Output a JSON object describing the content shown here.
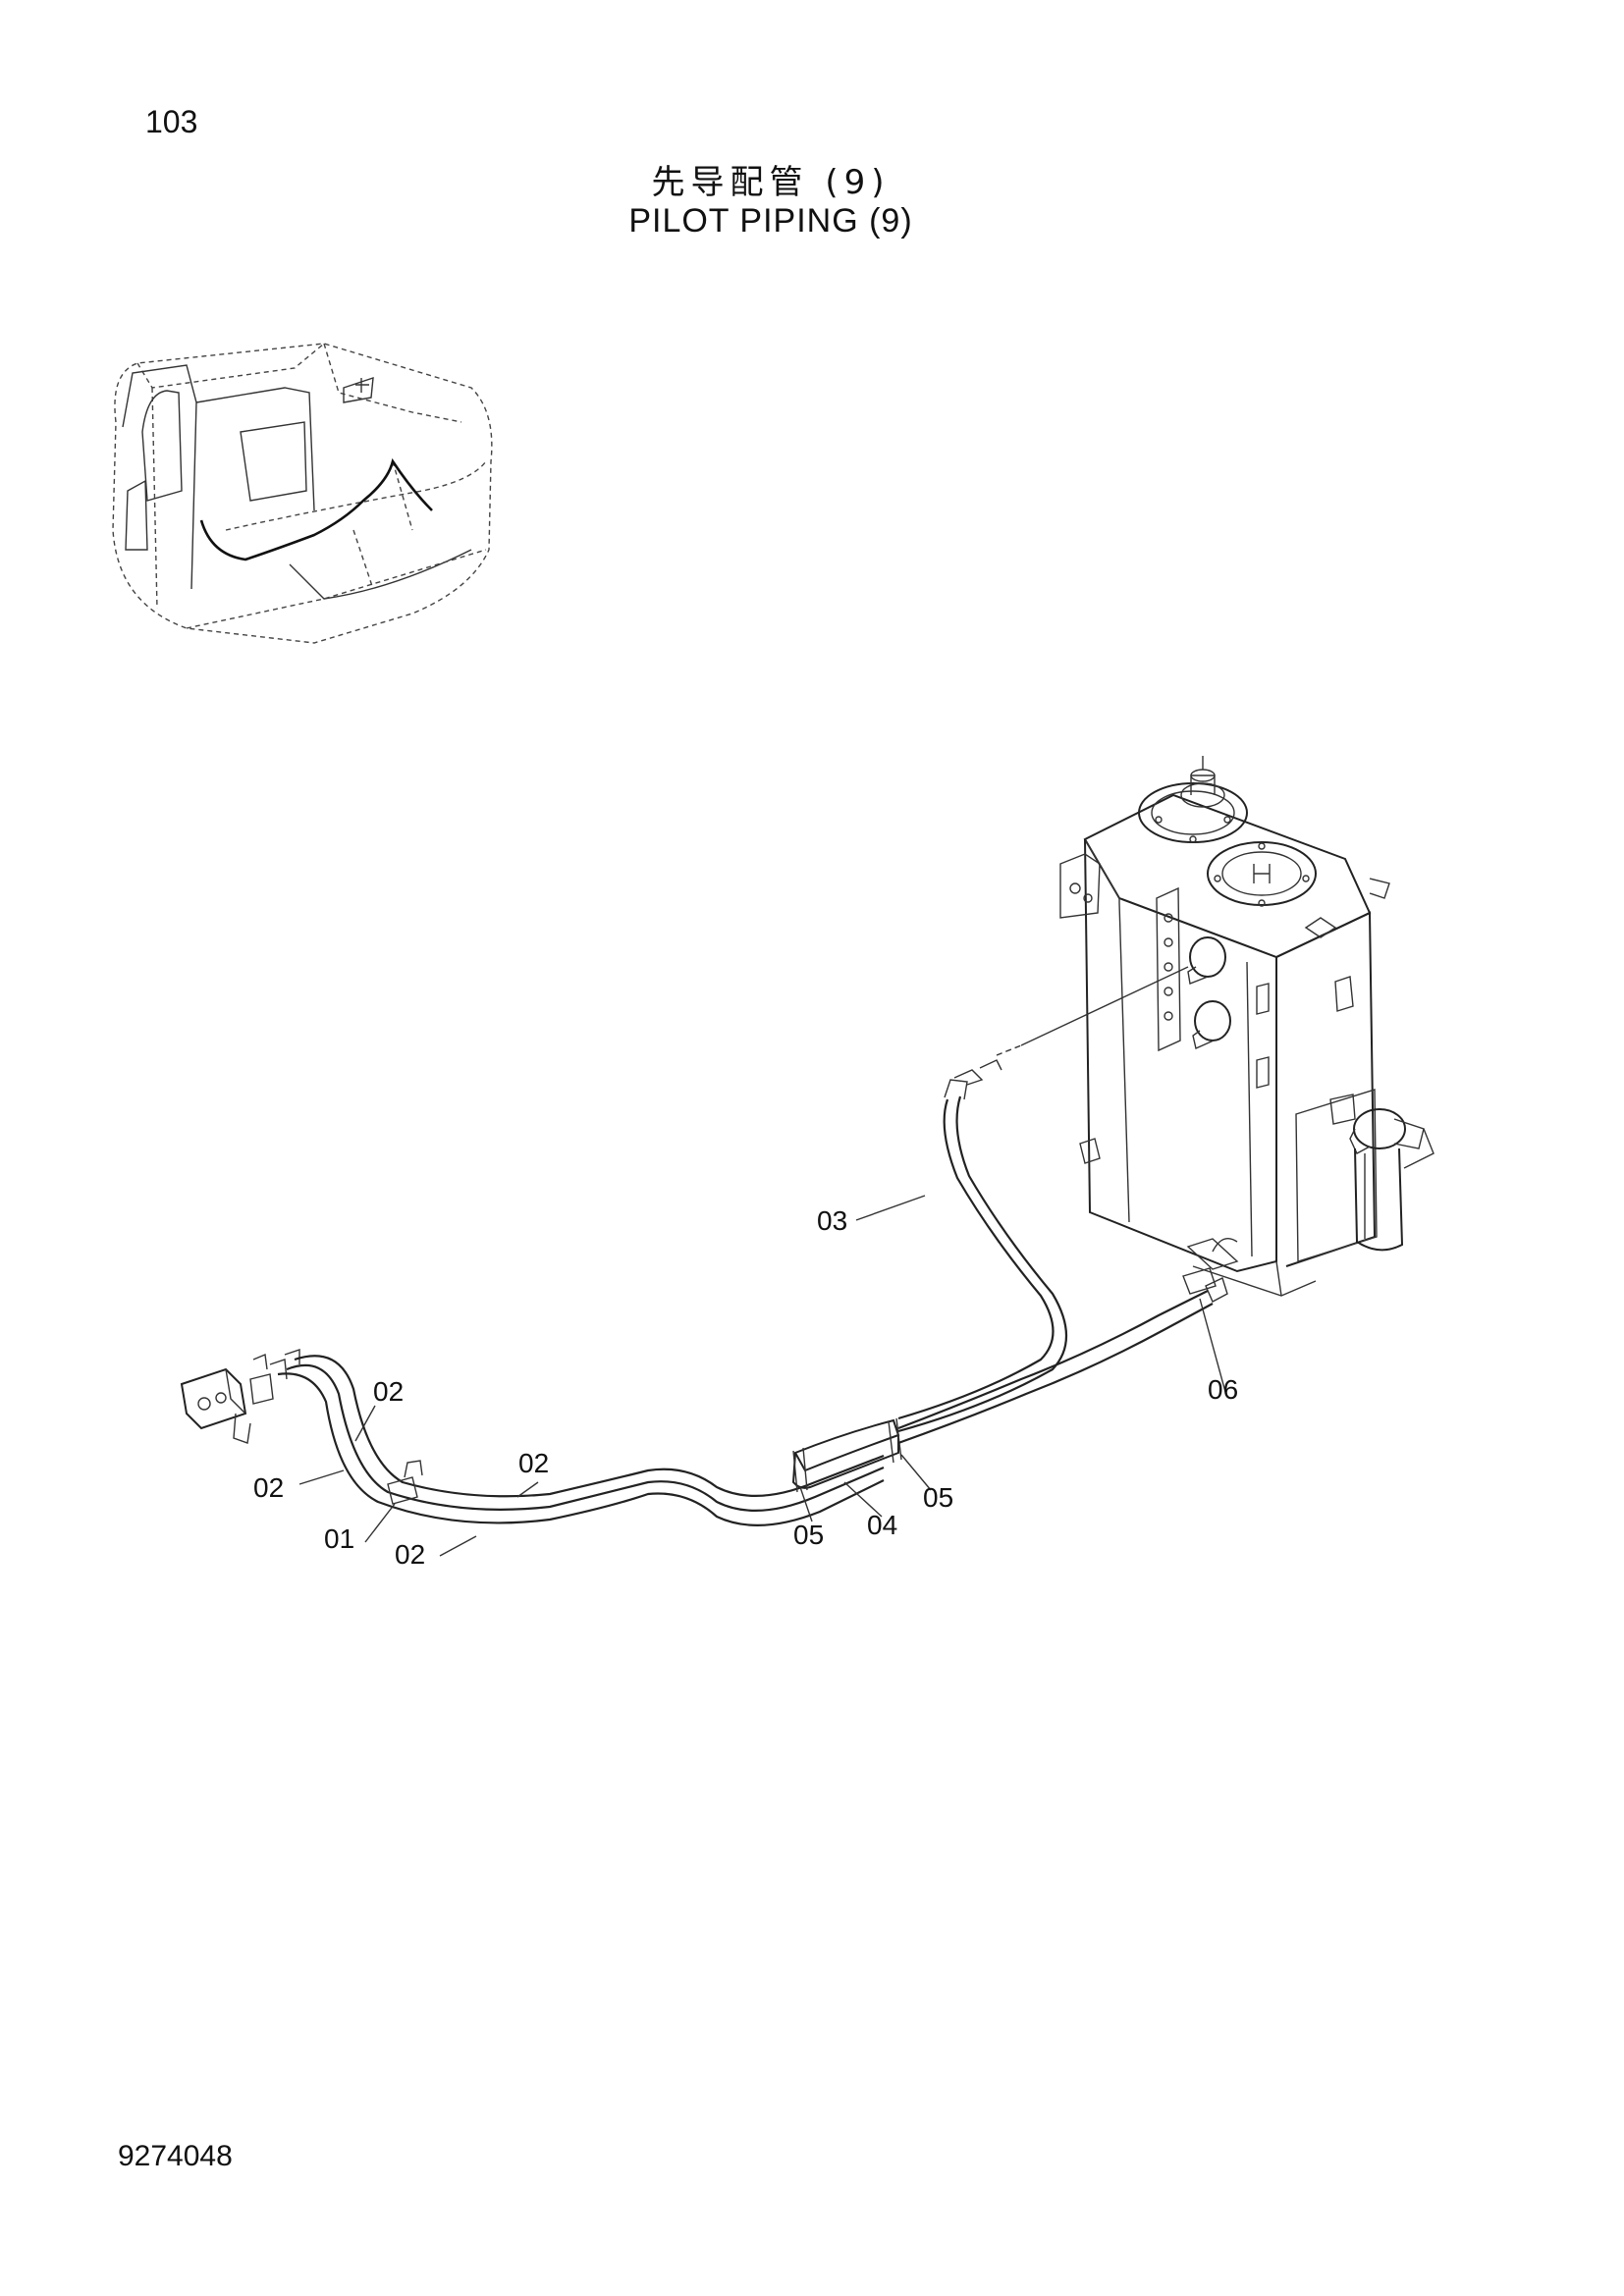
{
  "page_number": "103",
  "title_cn": "先导配管 (9)",
  "title_en": "PILOT PIPING (9)",
  "doc_number": "9274048",
  "callouts": {
    "c01": "01",
    "c02a": "02",
    "c02b": "02",
    "c02c": "02",
    "c02d": "02",
    "c03": "03",
    "c04": "04",
    "c05a": "05",
    "c05b": "05",
    "c06": "06"
  }
}
